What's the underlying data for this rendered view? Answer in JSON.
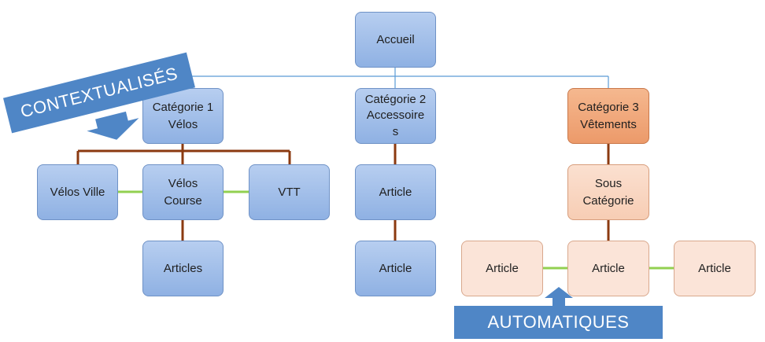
{
  "nodes": {
    "accueil": "Accueil",
    "cat1_line1": "Catégorie 1",
    "cat1_line2": "Vélos",
    "cat2_line1": "Catégorie 2",
    "cat2_line2": "Accessoire",
    "cat2_line3": "s",
    "cat3_line1": "Catégorie 3",
    "cat3_line2": "Vêtements",
    "velos_ville": "Vélos Ville",
    "velos_course_line1": "Vélos",
    "velos_course_line2": "Course",
    "vtt": "VTT",
    "articles": "Articles",
    "c2_article1": "Article",
    "c2_article2": "Article",
    "sous_cat_line1": "Sous",
    "sous_cat_line2": "Catégorie",
    "c3_article_left": "Article",
    "c3_article_mid": "Article",
    "c3_article_right": "Article"
  },
  "banners": {
    "contextualises": "CONTEXTUALISÉS",
    "automatiques": "AUTOMATIQUES"
  },
  "colors": {
    "blue_node": "#8fb1e3",
    "orange_node": "#ec9a6a",
    "peach_node": "#f7cdb4",
    "banner": "#4f86c6",
    "hierarchy_line": "#8b3a10",
    "sibling_line": "#92d050",
    "top_line": "#5b9bd5"
  }
}
